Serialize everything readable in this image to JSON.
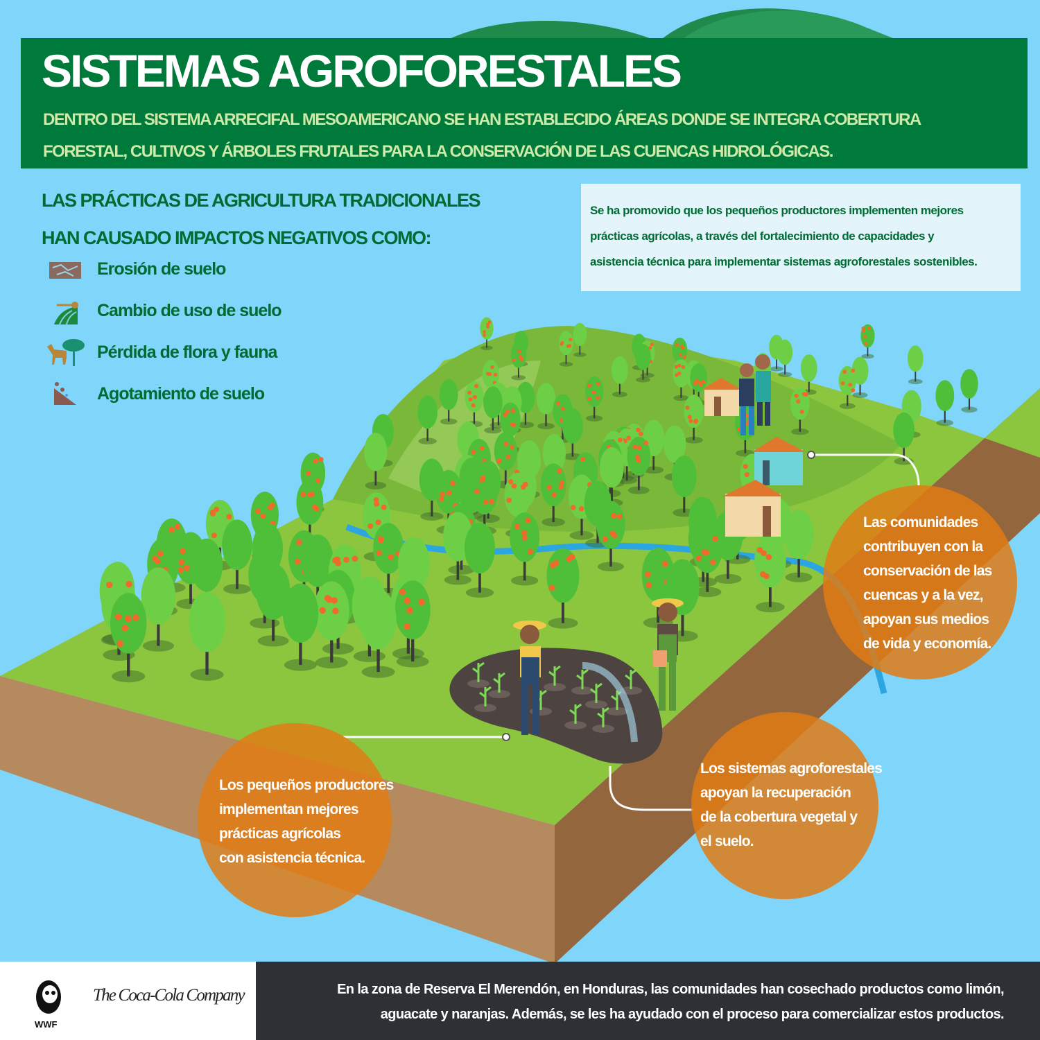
{
  "header": {
    "title": "SISTEMAS AGROFORESTALES",
    "subtitle_lines": [
      "DENTRO DEL SISTEMA ARRECIFAL MESOAMERICANO SE HAN ESTABLECIDO ÁREAS DONDE SE INTEGRA COBERTURA",
      "FORESTAL, CULTIVOS Y ÁRBOLES FRUTALES PARA LA CONSERVACIÓN DE LAS CUENCAS HIDROLÓGICAS."
    ]
  },
  "impacts": {
    "title_lines": [
      "LAS PRÁCTICAS DE AGRICULTURA TRADICIONALES",
      "HAN CAUSADO IMPACTOS NEGATIVOS COMO:"
    ],
    "items": [
      {
        "icon": "soil-erosion-icon",
        "label": "Erosión de suelo"
      },
      {
        "icon": "land-use-change-icon",
        "label": "Cambio de uso de suelo"
      },
      {
        "icon": "deer-tree-icon",
        "label": "Pérdida de flora y fauna"
      },
      {
        "icon": "soil-depletion-icon",
        "label": "Agotamiento de suelo"
      }
    ]
  },
  "infobox": {
    "lines": [
      "Se ha promovido que los pequeños productores implementen mejores",
      "prácticas agrícolas, a través del fortalecimiento de capacidades y",
      "asistencia técnica para implementar sistemas agroforestales sostenibles."
    ]
  },
  "bubbles": {
    "communities": [
      "Las comunidades",
      "contribuyen con la",
      "conservación de las",
      "cuencas y a la vez,",
      "apoyan sus medios",
      "de vida y economía."
    ],
    "producers": [
      "Los pequeños productores",
      "implementan mejores",
      "prácticas agrícolas",
      "con asistencia técnica."
    ],
    "systems": [
      "Los sistemas agroforestales",
      "apoyan la recuperación",
      "de la cobertura vegetal y",
      "el suelo."
    ]
  },
  "footer": {
    "logos": [
      "WWF",
      "The Coca-Cola Company"
    ],
    "text_lines": [
      "En la zona de Reserva El Merendón, en Honduras, las comunidades han cosechado productos como limón,",
      "aguacate y naranjas. Además, se les ha ayudado con el proceso para comercializar estos productos."
    ]
  },
  "colors": {
    "sky": "#7fd6fa",
    "header_green": "#007a3a",
    "text_green": "#006b33",
    "grass": "#8cc63f",
    "soil": "#9a6b3f",
    "bubble_orange": "#e07b14",
    "footer_dark": "#2d3136"
  }
}
